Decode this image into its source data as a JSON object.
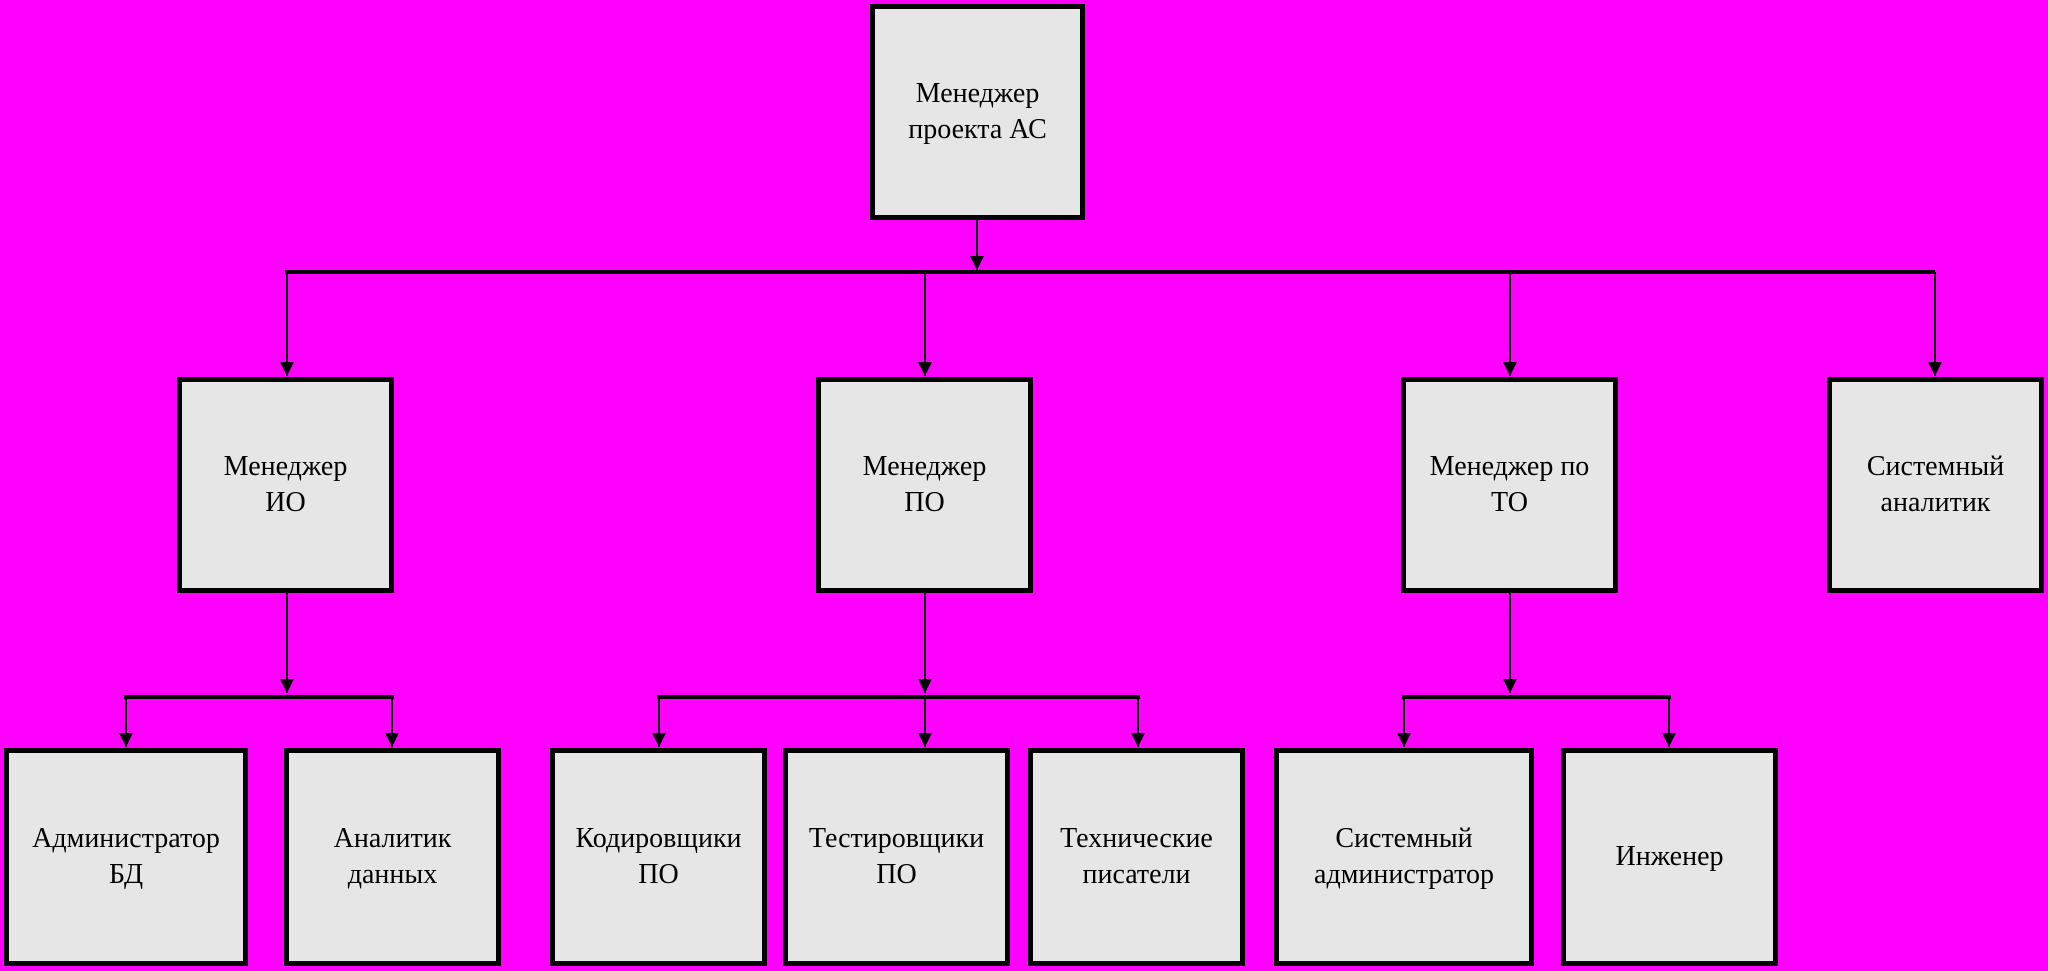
{
  "diagram": {
    "colors": {
      "background": "#ff00ff",
      "box_fill": "#e6e6e6",
      "box_border": "#000000",
      "line": "#000000"
    },
    "nodes": {
      "root": {
        "label": "Менеджер\nпроекта АС"
      },
      "manager_io": {
        "label": "Менеджер\nИО"
      },
      "manager_po": {
        "label": "Менеджер\nПО"
      },
      "manager_to": {
        "label": "Менеджер по\nТО"
      },
      "system_analyst": {
        "label": "Системный\nаналитик"
      },
      "db_admin": {
        "label": "Администратор\nБД"
      },
      "data_analyst": {
        "label": "Аналитик\nданных"
      },
      "coders": {
        "label": "Кодировщики\nПО"
      },
      "testers": {
        "label": "Тестировщики\nПО"
      },
      "tech_writers": {
        "label": "Технические\nписатели"
      },
      "sys_admin": {
        "label": "Системный\nадминистратор"
      },
      "engineer": {
        "label": "Инженер"
      }
    },
    "edges": [
      {
        "from": "root",
        "to": [
          "manager_io",
          "manager_po",
          "manager_to",
          "system_analyst"
        ]
      },
      {
        "from": "manager_io",
        "to": [
          "db_admin",
          "data_analyst"
        ]
      },
      {
        "from": "manager_po",
        "to": [
          "coders",
          "testers",
          "tech_writers"
        ]
      },
      {
        "from": "manager_to",
        "to": [
          "sys_admin",
          "engineer"
        ]
      }
    ]
  }
}
